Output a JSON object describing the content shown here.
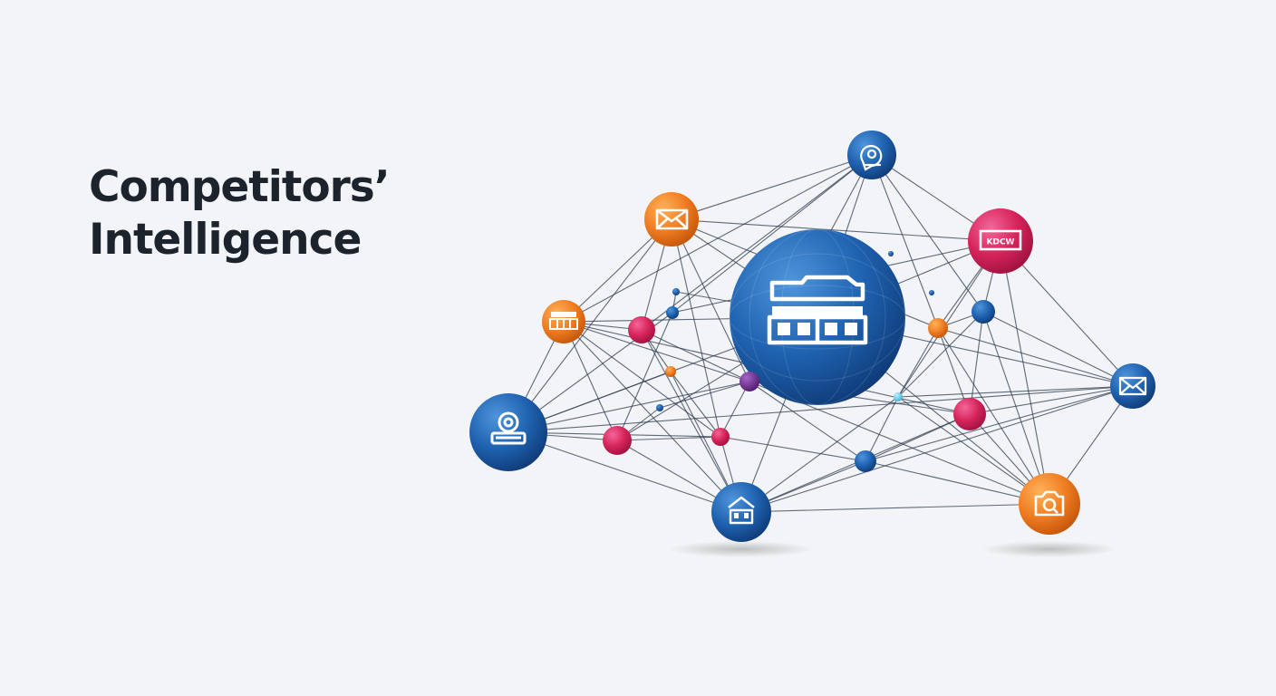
{
  "title": {
    "line1": "Competitors’",
    "line2": "Intelligence"
  },
  "colors": {
    "background": "#f2f4f7",
    "blue": "#1f5fae",
    "orange": "#ef7d22",
    "pink": "#d6245a",
    "purple": "#6a2a8a",
    "lightblue": "#5bc8e6",
    "line": "#2d3b4d"
  },
  "hub": {
    "icon": "storefront-icon"
  },
  "icon_nodes": [
    {
      "id": "top",
      "icon": "chat-bubble-icon",
      "color": "blue"
    },
    {
      "id": "mail-top",
      "icon": "envelope-icon",
      "color": "orange"
    },
    {
      "id": "screen",
      "icon": "monitor-icon",
      "color": "pink",
      "label": "KDCW"
    },
    {
      "id": "store-left",
      "icon": "storefront-icon",
      "color": "orange"
    },
    {
      "id": "camera-left",
      "icon": "webcam-icon",
      "color": "blue"
    },
    {
      "id": "mail-right",
      "icon": "envelope-icon",
      "color": "blue"
    },
    {
      "id": "home",
      "icon": "home-icon",
      "color": "blue"
    },
    {
      "id": "camera-right",
      "icon": "camera-icon",
      "color": "orange"
    }
  ],
  "small_nodes": [
    {
      "color": "pink"
    },
    {
      "color": "pink"
    },
    {
      "color": "pink"
    },
    {
      "color": "pink"
    },
    {
      "color": "blue"
    },
    {
      "color": "blue"
    },
    {
      "color": "blue"
    },
    {
      "color": "blue"
    },
    {
      "color": "blue"
    },
    {
      "color": "blue"
    },
    {
      "color": "orange"
    },
    {
      "color": "orange"
    },
    {
      "color": "purple"
    },
    {
      "color": "lightblue"
    },
    {
      "color": "blue"
    }
  ]
}
